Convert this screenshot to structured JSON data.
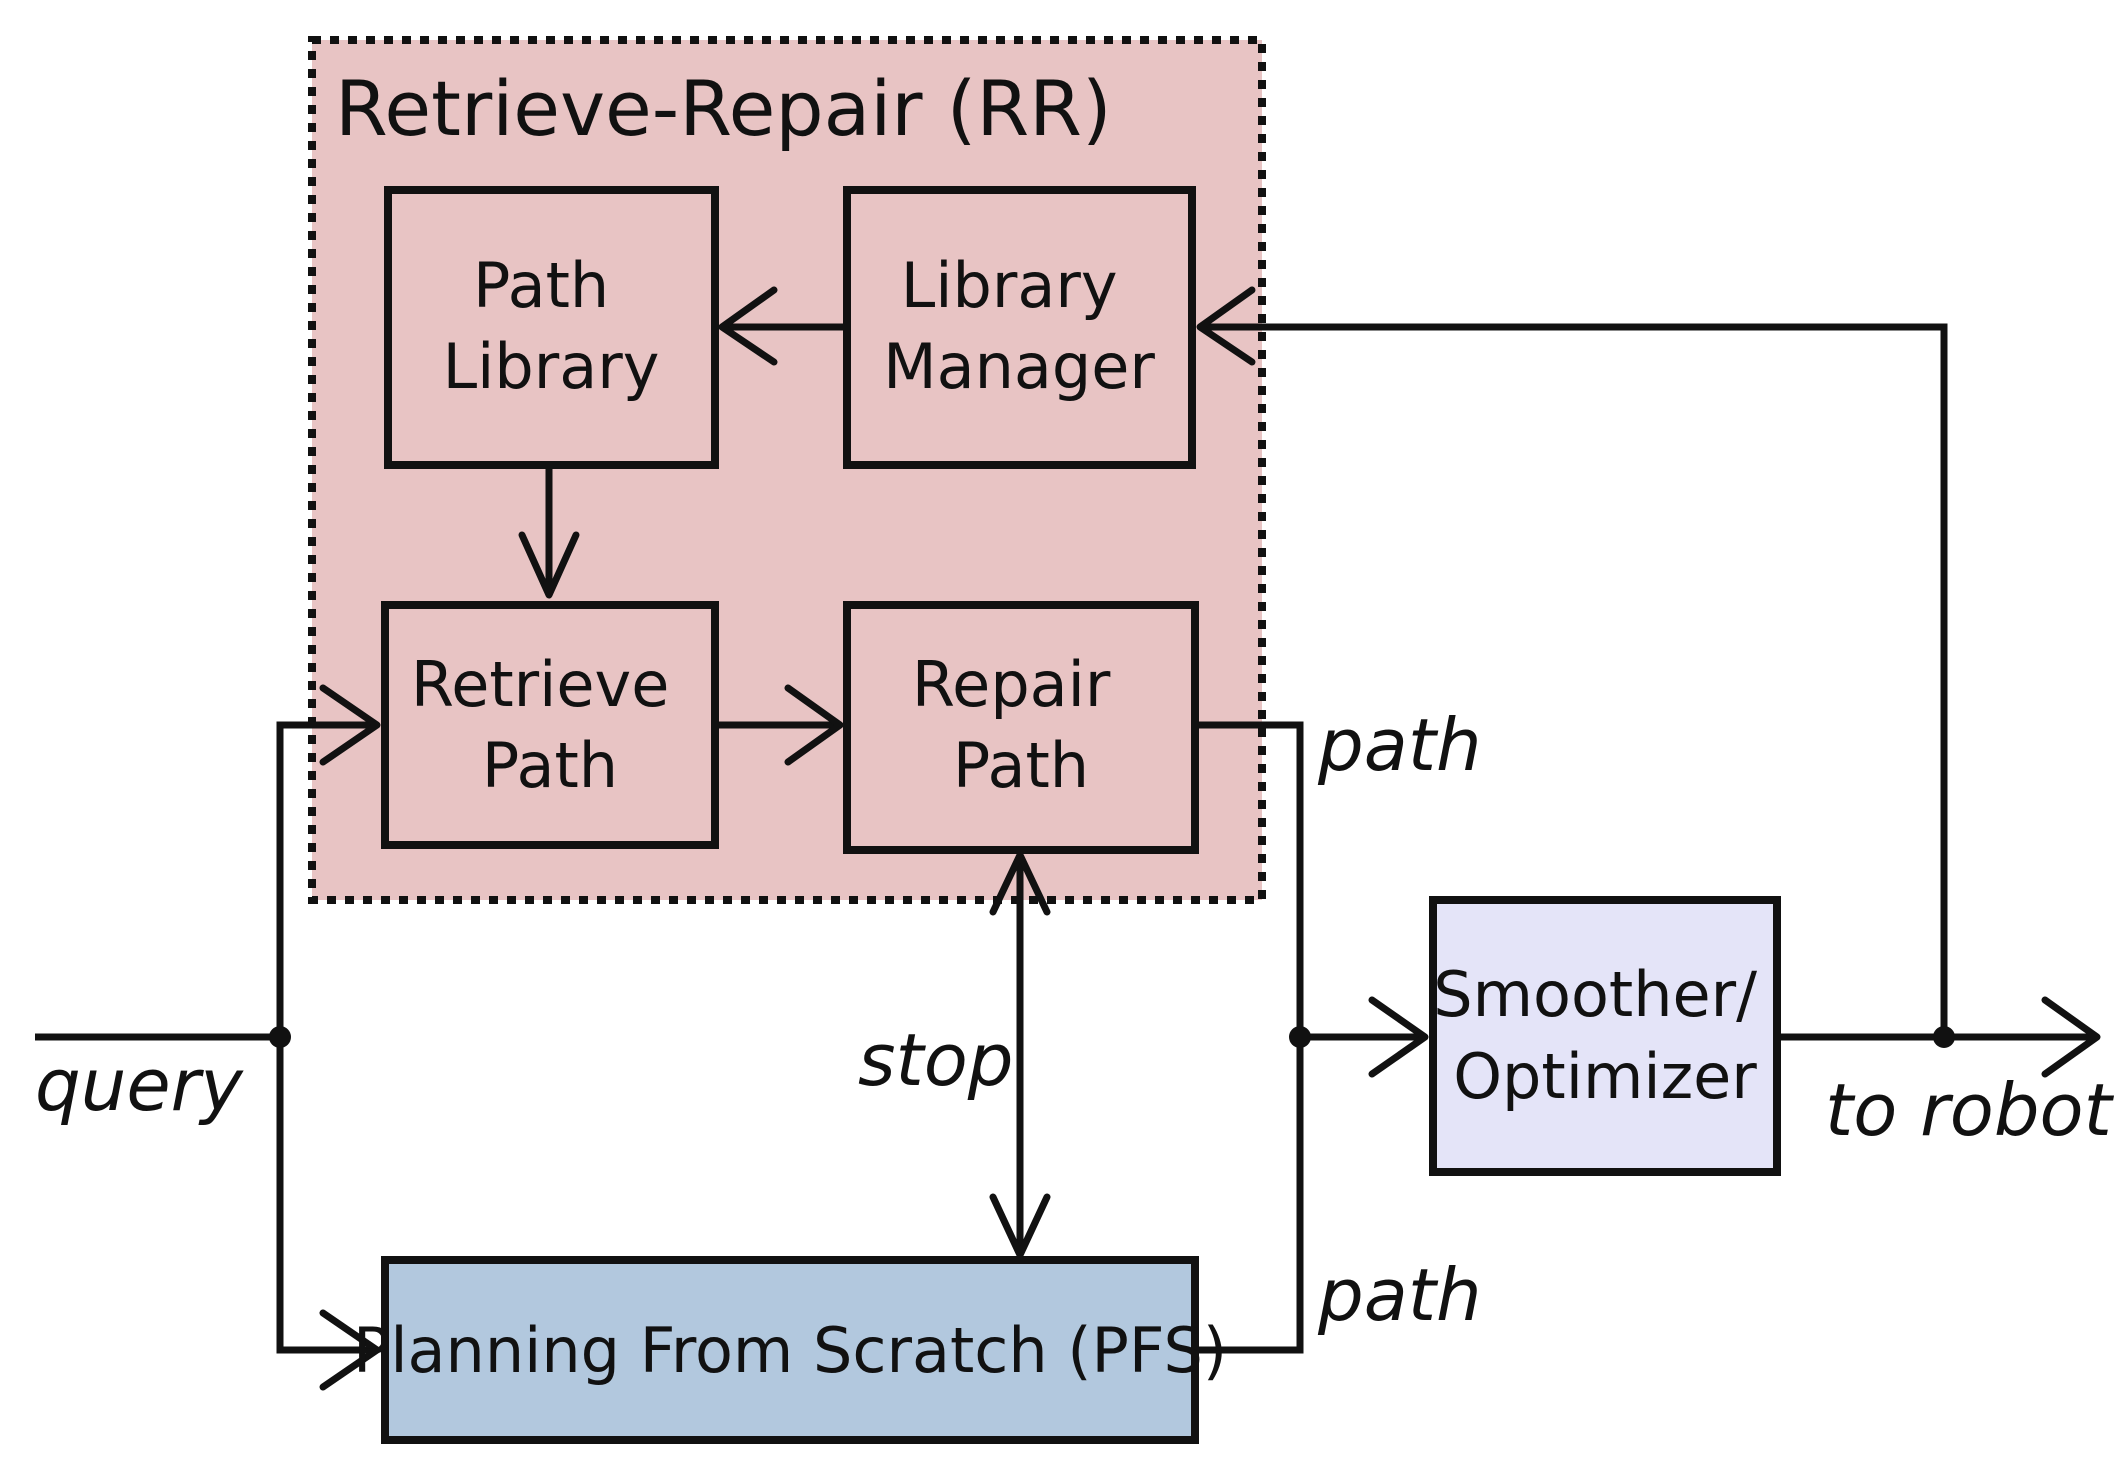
{
  "group": {
    "title": "Retrieve-Repair (RR)",
    "fill": "#e8c4c4",
    "border_style": "dotted"
  },
  "nodes": {
    "path_library": {
      "lines": [
        "Path",
        "Library"
      ],
      "fill": "#e8c4c4"
    },
    "library_manager": {
      "lines": [
        "Library",
        "Manager"
      ],
      "fill": "#e8c4c4"
    },
    "retrieve_path": {
      "lines": [
        "Retrieve",
        "Path"
      ],
      "fill": "#e8c4c4"
    },
    "repair_path": {
      "lines": [
        "Repair",
        "Path"
      ],
      "fill": "#e8c4c4"
    },
    "smoother": {
      "lines": [
        "Smoother/",
        "Optimizer"
      ],
      "fill": "#e4e4f8"
    },
    "pfs": {
      "label": "Planning From Scratch (PFS)",
      "fill": "#b2c8de"
    }
  },
  "labels": {
    "query": "query",
    "stop": "stop",
    "path_rr": "path",
    "path_pfs": "path",
    "to_robot": "to robot"
  },
  "edges": [
    {
      "from": "library_manager",
      "to": "path_library"
    },
    {
      "from": "path_library",
      "to": "retrieve_path"
    },
    {
      "from": "retrieve_path",
      "to": "repair_path"
    },
    {
      "from": "query",
      "to": "retrieve_path"
    },
    {
      "from": "query",
      "to": "pfs"
    },
    {
      "from": "repair_path",
      "to": "pfs",
      "label": "stop",
      "bidirectional": true
    },
    {
      "from": "repair_path",
      "to": "smoother",
      "label": "path"
    },
    {
      "from": "pfs",
      "to": "smoother",
      "label": "path"
    },
    {
      "from": "smoother",
      "to": "robot",
      "label": "to robot"
    },
    {
      "from": "smoother",
      "to": "library_manager"
    }
  ]
}
